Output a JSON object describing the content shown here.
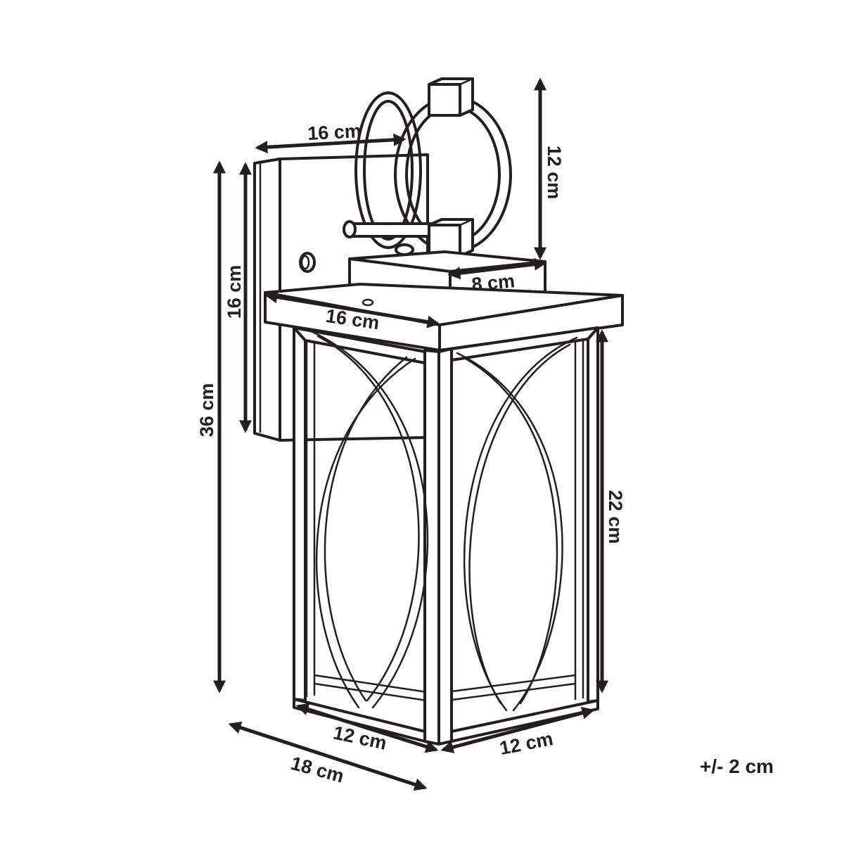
{
  "dimensions": {
    "top_depth": "16 cm",
    "mount_height": "16 cm",
    "total_height": "36 cm",
    "hook_height": "12 cm",
    "bracket_base": "8 cm",
    "top_width": "16 cm",
    "body_height": "22 cm",
    "base_left": "12 cm",
    "base_right": "12 cm",
    "total_depth": "18 cm"
  },
  "tolerance": "+/- 2 cm",
  "colors": {
    "line": "#231f20",
    "background": "#ffffff"
  }
}
